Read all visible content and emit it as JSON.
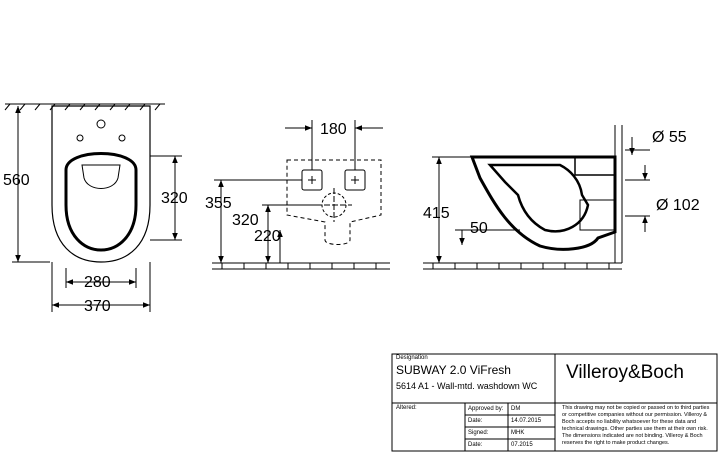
{
  "dimensions": {
    "front": {
      "height": "560",
      "outlet_height": "320",
      "seat_width": "280",
      "overall_width": "370"
    },
    "rear": {
      "bolt_spacing": "180",
      "height_a": "355",
      "height_b": "320",
      "height_c": "220"
    },
    "side": {
      "rim_height": "415",
      "depth": "50",
      "inlet_diameter": "Ø 55",
      "outlet_diameter": "Ø 102"
    }
  },
  "title_block": {
    "designation_label": "Designation",
    "product_name": "SUBWAY 2.0 ViFresh",
    "product_code": "5614 A1 - Wall-mtd. washdown WC",
    "brand": "Villeroy&Boch",
    "altered_label": "Altered:",
    "approved_by_label": "Approved by:",
    "approved_by_value": "DM",
    "date_label_1": "Date:",
    "date_value_1": "14.07.2015",
    "signed_label": "Signed:",
    "signed_value": "MHK",
    "date_label_2": "Date:",
    "date_value_2": "07.2015",
    "disclaimer": "This drawing may not be copied or passed on to third parties or competitive companies without our permission. Villeroy & Boch accepts no liability whatsoever for these data and technical drawings. Other parties use them at their own risk. The dimensions indicated are not binding. Villeroy & Boch reserves the right to make product changes."
  }
}
